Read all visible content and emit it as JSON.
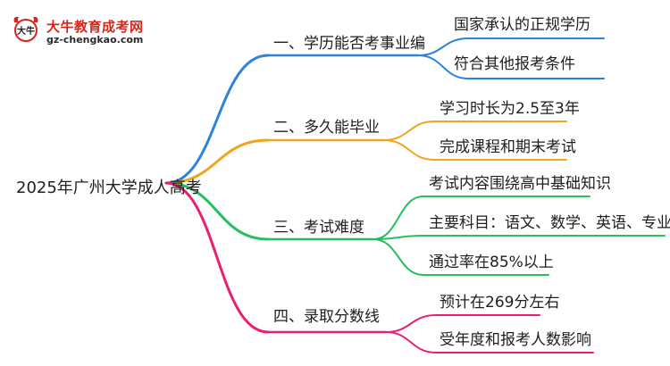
{
  "logo": {
    "title": "大牛教育成考网",
    "url": "gz-chengkao.com",
    "mark_text": "大牛",
    "icon": "bull-logo-icon"
  },
  "root": {
    "label": "2025年广州大学成人高考"
  },
  "branches": [
    {
      "label": "一、学历能否考事业编",
      "color": "#2d83dc",
      "children": [
        "国家承认的正规学历",
        "符合其他报考条件"
      ]
    },
    {
      "label": "二、多久能毕业",
      "color": "#f0a51c",
      "children": [
        "学习时长为2.5至3年",
        "完成课程和期末考试"
      ]
    },
    {
      "label": "三、考试难度",
      "color": "#25bf5c",
      "children": [
        "考试内容围绕高中基础知识",
        "主要科目：语文、数学、英语、专业科目",
        "通过率在85%以上"
      ]
    },
    {
      "label": "四、录取分数线",
      "color": "#ea1f73",
      "children": [
        "预计在269分左右",
        "受年度和报考人数影响"
      ]
    }
  ]
}
